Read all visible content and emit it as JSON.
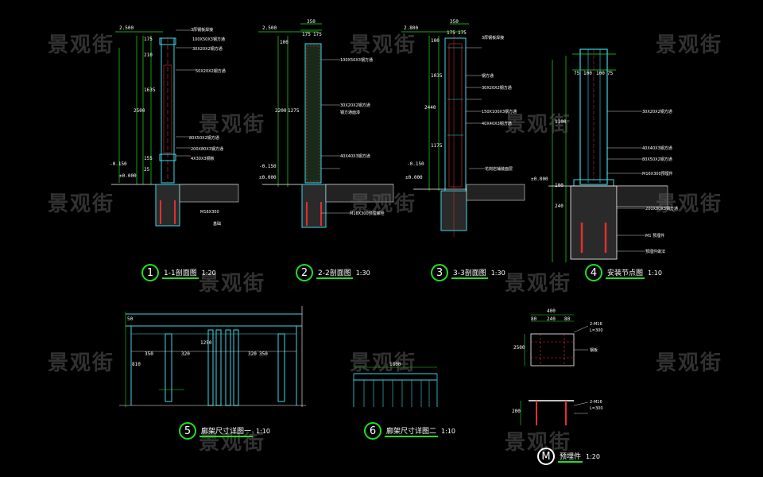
{
  "watermark": "景观街",
  "views": [
    {
      "num": "1",
      "title": "1-1剖面图",
      "scale": "1:20"
    },
    {
      "num": "2",
      "title": "2-2剖面图",
      "scale": "1:30"
    },
    {
      "num": "3",
      "title": "3-3剖面图",
      "scale": "1:30"
    },
    {
      "num": "4",
      "title": "安装节点图",
      "scale": "1:10"
    },
    {
      "num": "5",
      "title": "廊架尺寸详图一",
      "scale": "1:10"
    },
    {
      "num": "6",
      "title": "廊架尺寸详图二",
      "scale": "1:10"
    },
    {
      "num": "M",
      "title": "预埋件",
      "scale": "1:20"
    }
  ],
  "levels": {
    "v1_top": "2.500",
    "v1_ground": "±0.000",
    "v1_mid": "-0.150",
    "v2_top": "2.500",
    "v2_ground": "±0.000",
    "v2_mid": "-0.150",
    "v3_top": "2.800",
    "v3_ground": "±0.000",
    "v3_mid": "-0.150",
    "v4_ground": "±0.000"
  },
  "dims": {
    "v1": [
      "175",
      "210",
      "1635",
      "2500",
      "155",
      "25"
    ],
    "v2_top": [
      "350",
      "175",
      "175"
    ],
    "v2_side": [
      "100",
      "2200",
      "1275"
    ],
    "v3_top": [
      "350",
      "175",
      "175"
    ],
    "v3_side": [
      "100",
      "1035",
      "2440",
      "1175"
    ],
    "v4_top": [
      "75",
      "100",
      "100",
      "75"
    ],
    "v4_side": [
      "1100",
      "240",
      "100"
    ],
    "v5": [
      "50",
      "1250",
      "350",
      "810",
      "320",
      "320",
      "350"
    ],
    "v6": [
      "1800"
    ],
    "m_top": [
      "400",
      "80",
      "240",
      "80"
    ],
    "m_side": [
      "2500",
      "200"
    ]
  },
  "notes": {
    "v1": [
      "3厚钢板焊接",
      "100X50X3钢方通",
      "30X20X2钢方通",
      "50X20X2钢方通",
      "80X50X2钢方通",
      "200X80X3钢方通",
      "4X30X3钢板",
      "M16X300",
      "基础"
    ],
    "v2": [
      "100X50X3钢方通",
      "30X20X2钢方通",
      "钢方通面漆",
      "40X40X3钢方通",
      "M16X300预埋螺栓"
    ],
    "v3": [
      "3厚钢板焊接",
      "钢方通",
      "30X20X2钢方通",
      "150X100X3钢方通",
      "40X40X3钢方通",
      "花岗岩铺装面层"
    ],
    "v4": [
      "30X20X2钢方通",
      "40X40X3钢方通",
      "80X50X2钢方通",
      "M16X300预埋件",
      "200X80X3钢方通",
      "M1 预埋件",
      "预埋件做法"
    ],
    "m": [
      "2-M16",
      "L=300",
      "2-M16",
      "L=300",
      "钢板"
    ]
  }
}
